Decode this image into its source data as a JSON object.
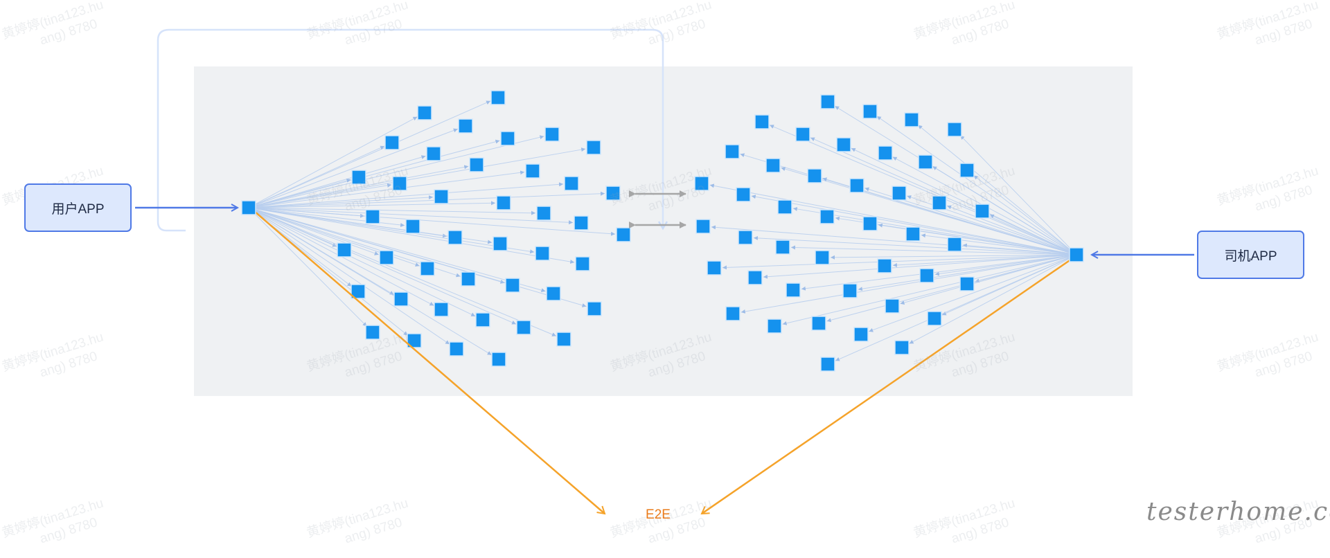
{
  "diagram": {
    "user_app_label": "用户APP",
    "driver_app_label": "司机APP",
    "e2e_label": "E2E",
    "logo_text": "testerhome.com",
    "watermark_line1": "黄婷婷(tina123.hu",
    "watermark_line2": "ang) 8780",
    "colors": {
      "panel": "#eff1f3",
      "node": "#1592ee",
      "fan_line": "#b6cdee",
      "app_arrow": "#4f79e6",
      "e2e_arrow": "#f5a32a",
      "bidirectional_arrow": "#a6a6a6",
      "loop_line": "#d6e3fa"
    }
  }
}
